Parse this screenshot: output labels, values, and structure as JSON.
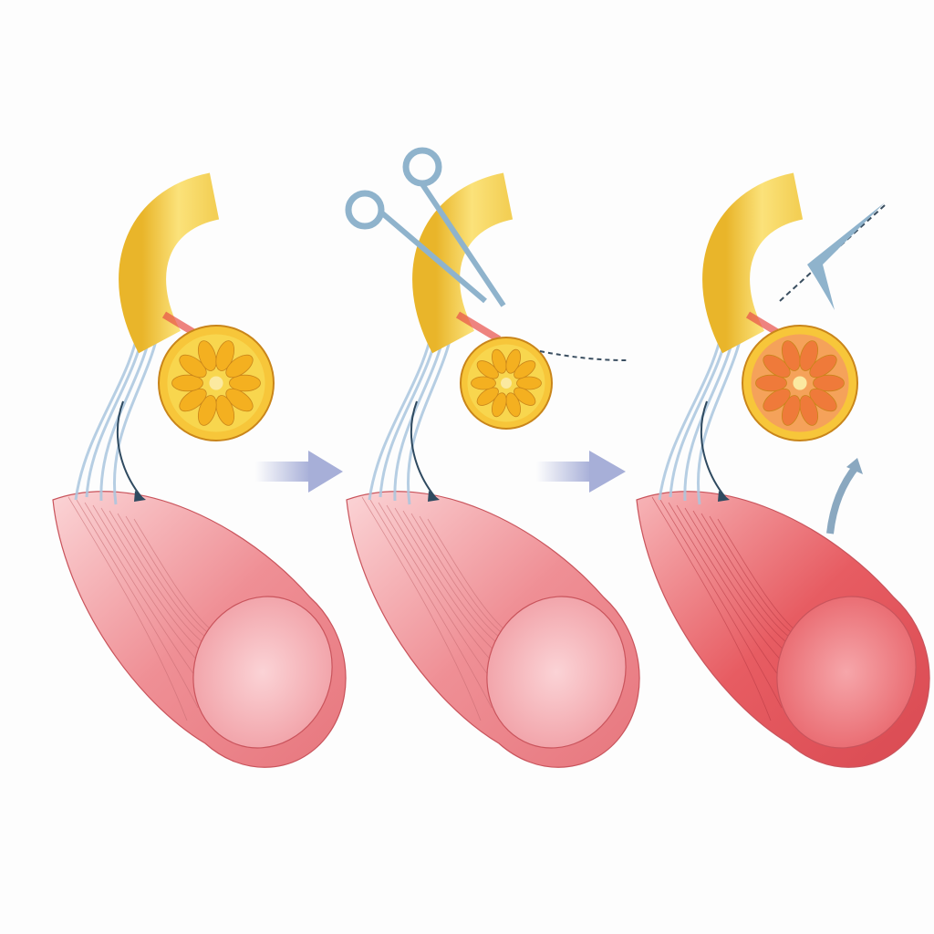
{
  "colors": {
    "background": "#fdfdfd",
    "nerve": "#f5d25a",
    "nerve_dark": "#e0a820",
    "cross_section_outer": "#f7c63a",
    "cross_section_lobe": "#f4b020",
    "cross_section_lobe_stage3": "#ef7a3a",
    "inflamed_edge": "#e8504a",
    "fiber": "#a9c6de",
    "muscle": "#ef8a90",
    "muscle_stage3": "#e65a5e",
    "muscle_face": "#f6b3b8",
    "step_arrow": "#a7afd8",
    "instrument": "#8fb3cc"
  },
  "panels": [
    {
      "stage": 1,
      "instrument": null
    },
    {
      "stage": 2,
      "instrument": "scissors-icon"
    },
    {
      "stage": 3,
      "instrument": "needle-icon"
    }
  ],
  "step_arrows": 2
}
